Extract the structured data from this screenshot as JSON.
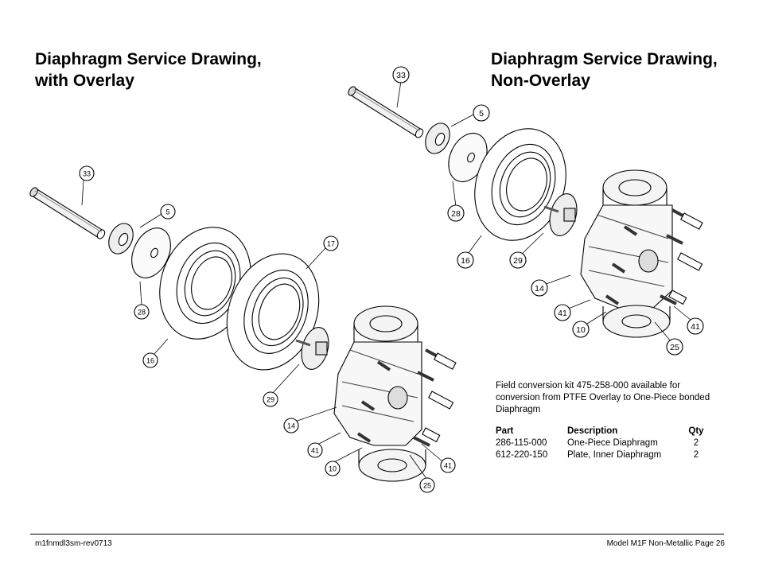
{
  "left_title": {
    "line1": "Diaphragm Service Drawing,",
    "line2": "with Overlay"
  },
  "right_title": {
    "line1": "Diaphragm Service Drawing,",
    "line2": "Non-Overlay"
  },
  "left_callouts": [
    "33",
    "5",
    "17",
    "28",
    "16",
    "29",
    "14",
    "41",
    "10",
    "41",
    "25"
  ],
  "right_callouts": [
    "33",
    "5",
    "28",
    "16",
    "29",
    "14",
    "41",
    "10",
    "41",
    "25"
  ],
  "note": "Field conversion kit 475-258-000 available for conversion from PTFE Overlay to One-Piece bonded Diaphragm",
  "parts_table": {
    "headers": [
      "Part",
      "Description",
      "Qty"
    ],
    "rows": [
      [
        "286-115-000",
        "One-Piece Diaphragm",
        "2"
      ],
      [
        "612-220-150",
        "Plate, Inner Diaphragm",
        "2"
      ]
    ]
  },
  "footer": {
    "left": "m1fnmdl3sm-rev0713",
    "right": "Model M1F Non-Metallic Page 26"
  }
}
